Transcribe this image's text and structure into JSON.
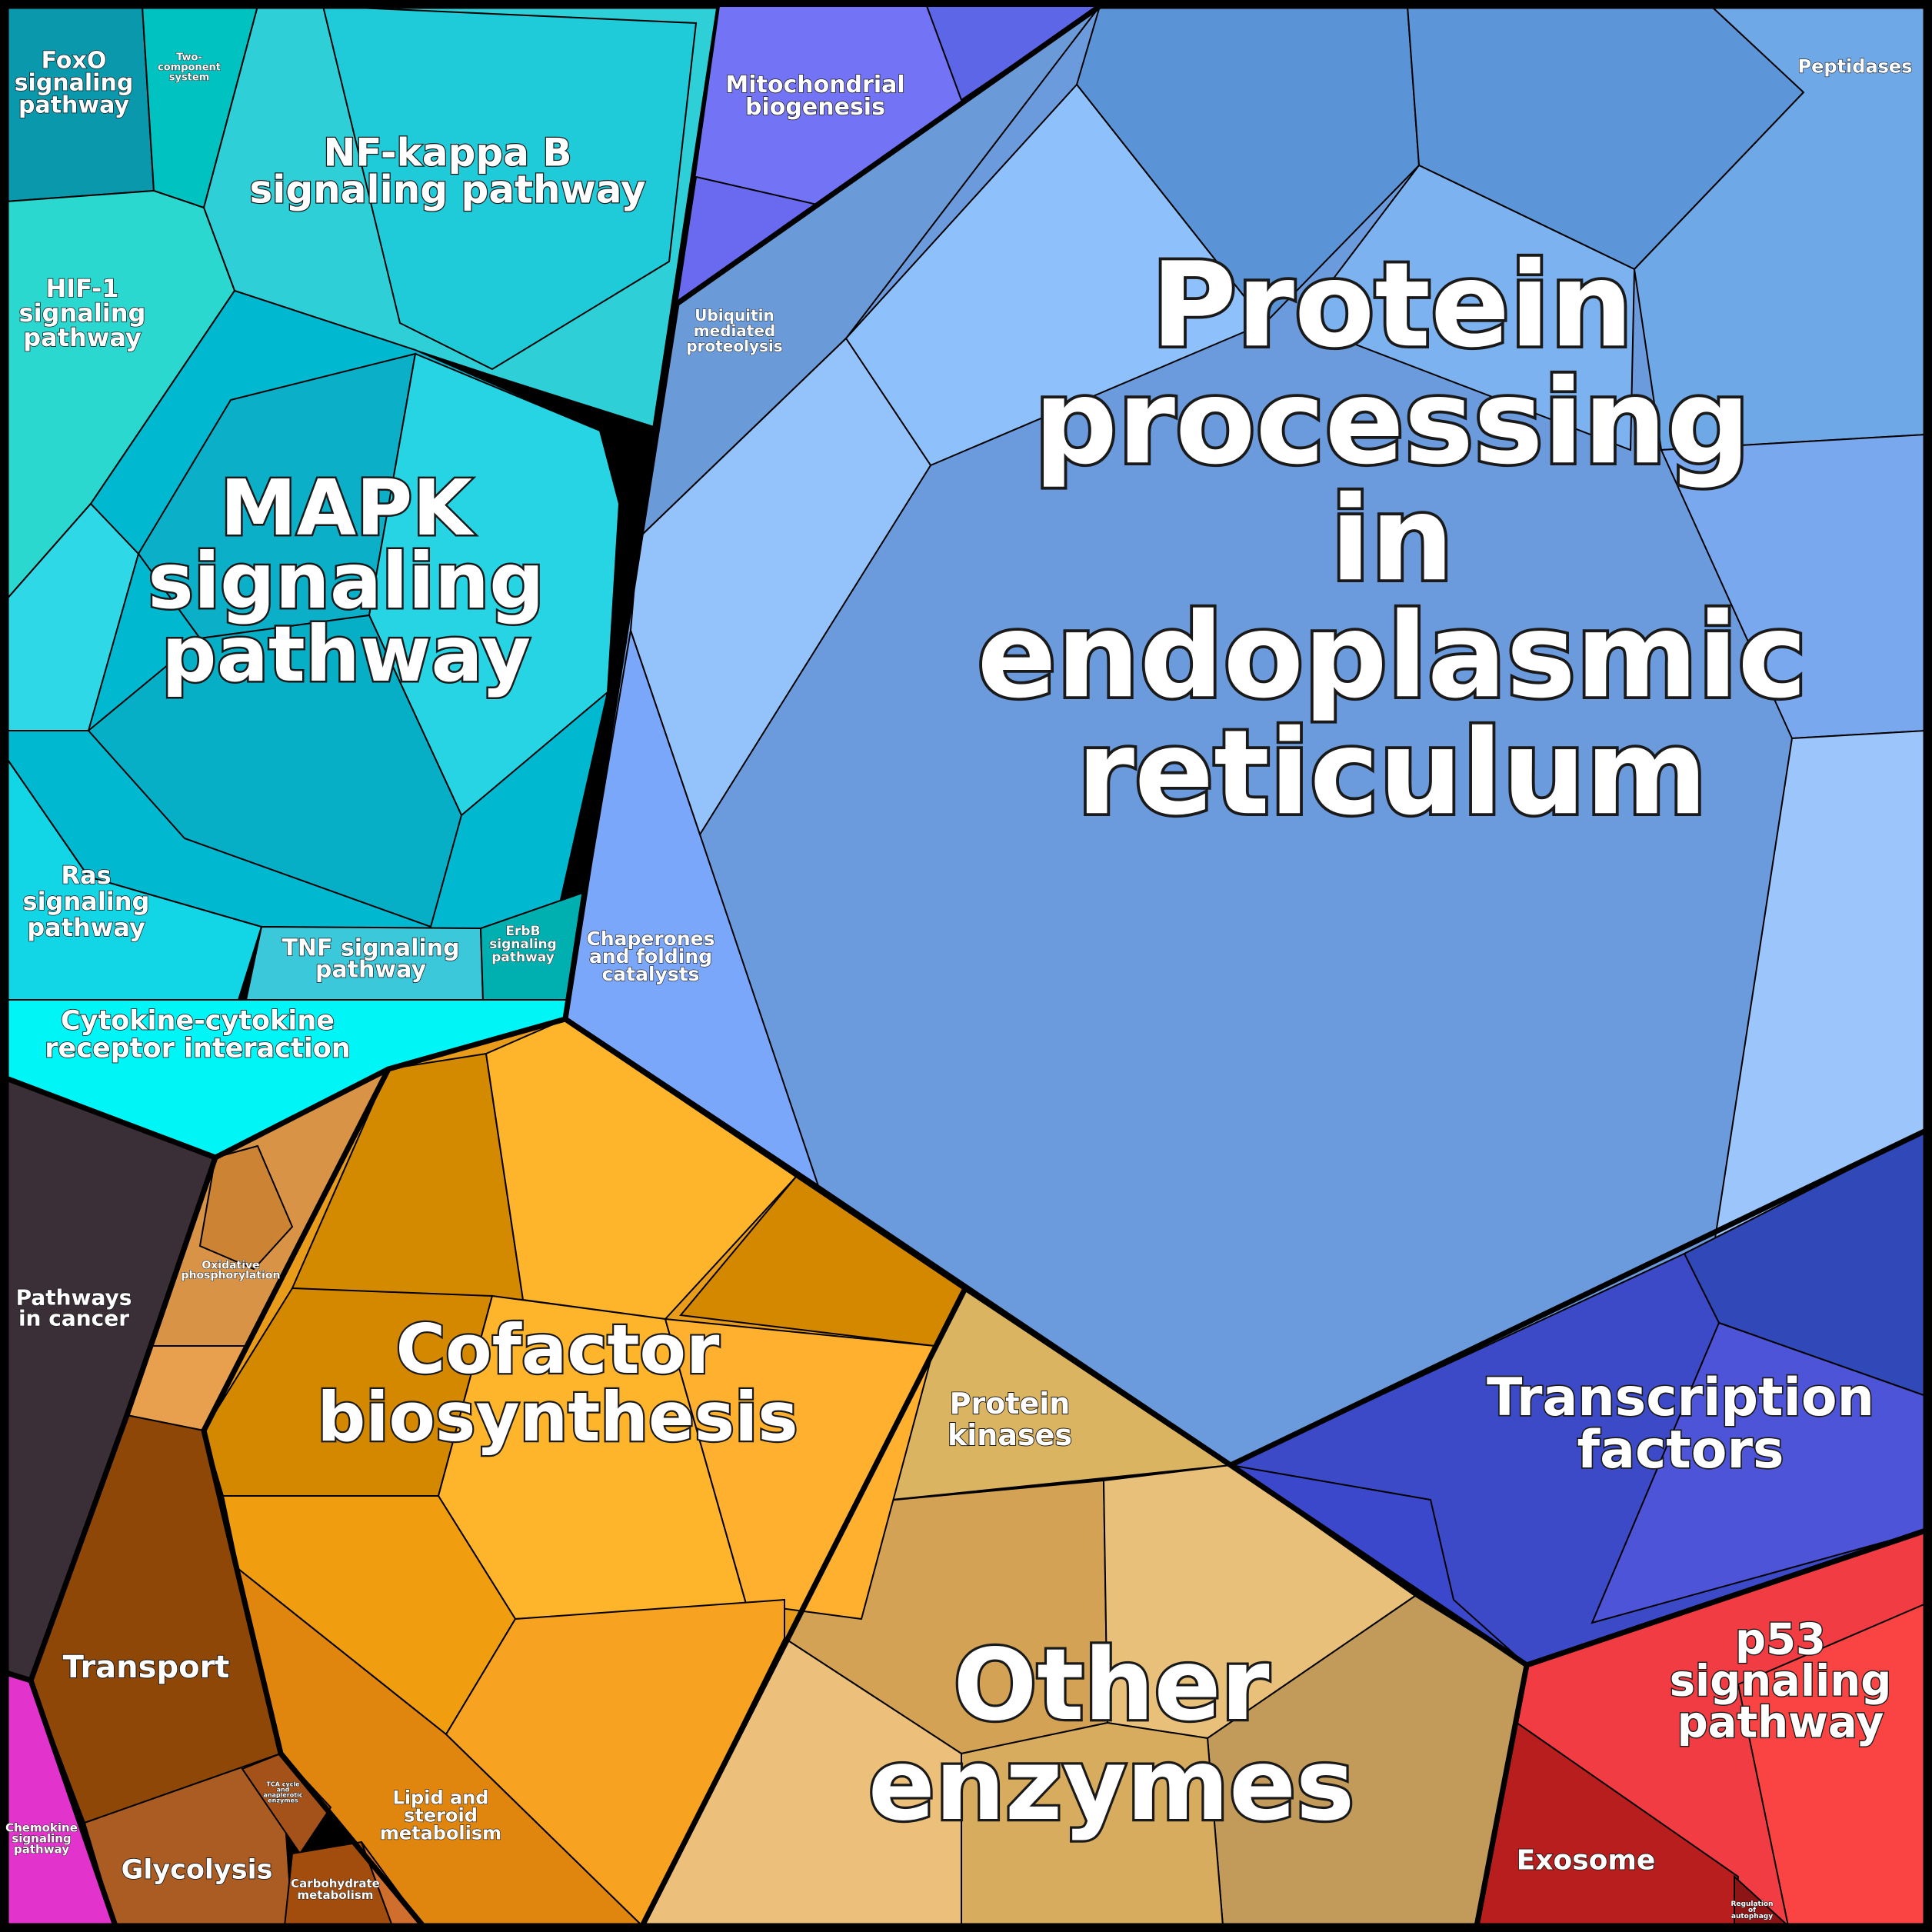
{
  "title": "",
  "groups": [
    {
      "key": "protein",
      "label": "Protein processing in endoplasmic reticulum",
      "color": "#6b9bdc"
    },
    {
      "key": "mapk",
      "label": "MAPK signaling pathway",
      "color": "#0bbfd4"
    },
    {
      "key": "cofactor",
      "label": "Cofactor biosynthesis",
      "color": "#f2a51f"
    },
    {
      "key": "other",
      "label": "Other enzymes",
      "color": "#d9ab5e"
    },
    {
      "key": "tf",
      "label": "Transcription factors",
      "color": "#3e4fc9"
    },
    {
      "key": "p53",
      "label": "p53 signaling pathway",
      "color": "#ef3b3b"
    }
  ],
  "labels": {
    "protein_processing": [
      "Protein",
      "processing",
      "in",
      "endoplasmic",
      "reticulum"
    ],
    "mapk": [
      "MAPK",
      "signaling",
      "pathway"
    ],
    "cofactor": [
      "Cofactor",
      "biosynthesis"
    ],
    "other_enzymes": [
      "Other",
      "enzymes"
    ],
    "transcription_factors": [
      "Transcription",
      "factors"
    ],
    "p53": [
      "p53",
      "signaling",
      "pathway"
    ],
    "nfkb": [
      "NF-kappa B",
      "signaling pathway"
    ],
    "foxo": [
      "FoxO",
      "signaling",
      "pathway"
    ],
    "two_component": [
      "Two-",
      "component",
      "system"
    ],
    "hif1": [
      "HIF-1",
      "signaling",
      "pathway"
    ],
    "ras": [
      "Ras",
      "signaling",
      "pathway"
    ],
    "tnf": [
      "TNF signaling",
      "pathway"
    ],
    "erbb": [
      "ErbB",
      "signaling",
      "pathway"
    ],
    "cytokine": [
      "Cytokine-cytokine",
      "receptor interaction"
    ],
    "mito": [
      "Mitochondrial",
      "biogenesis"
    ],
    "ubiquitin": [
      "Ubiquitin",
      "mediated",
      "proteolysis"
    ],
    "peptidases": [
      "Peptidases"
    ],
    "chaperones": [
      "Chaperones",
      "and folding",
      "catalysts"
    ],
    "pathways_cancer": [
      "Pathways",
      "in cancer"
    ],
    "oxphos": [
      "Oxidative",
      "phosphorylation"
    ],
    "transport": [
      "Transport"
    ],
    "glycolysis": [
      "Glycolysis"
    ],
    "carbohydrate": [
      "Carbohydrate",
      "metabolism"
    ],
    "tca": [
      "TCA cycle",
      "and",
      "anaplerotic",
      "enzymes"
    ],
    "lipid": [
      "Lipid and",
      "steroid",
      "metabolism"
    ],
    "chemokine": [
      "Chemokine",
      "signaling",
      "pathway"
    ],
    "protein_kinases": [
      "Protein",
      "kinases"
    ],
    "exosome": [
      "Exosome"
    ],
    "autophagy": [
      "Regulation",
      "of",
      "autophagy"
    ]
  }
}
